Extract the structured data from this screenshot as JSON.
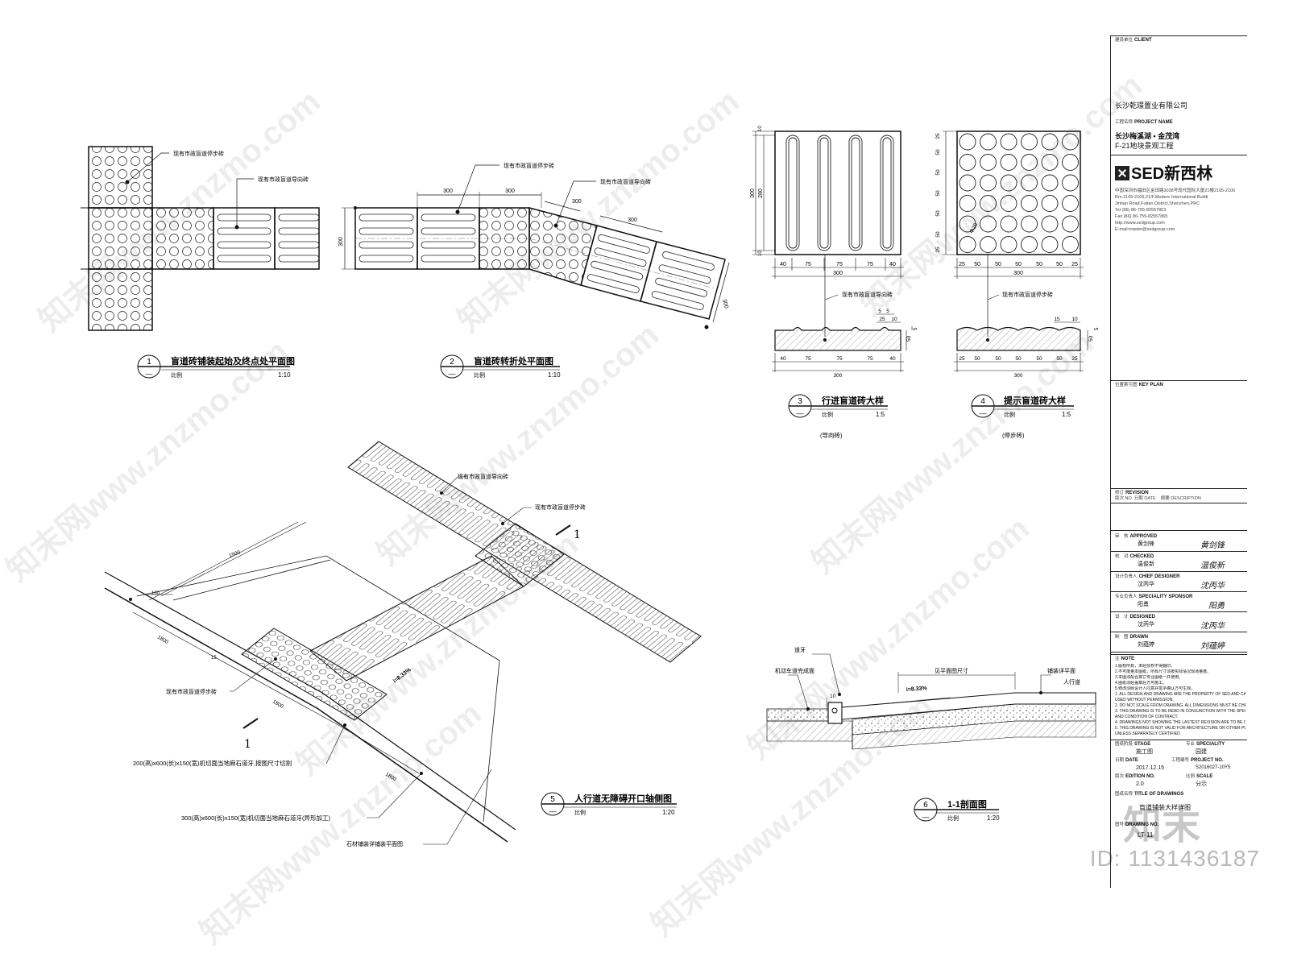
{
  "watermark": "www.znzmo.com",
  "watermark_cn": "知末网",
  "id_text": "ID: 1131436187",
  "logo_mark": "知末",
  "views": {
    "v1": {
      "num": "1",
      "title": "盲道砖铺装起始及终点处平面图",
      "scale_label": "比例",
      "scale": "1:10",
      "label_stop": "现有市政盲道停步砖",
      "label_guide": "现有市政盲道导向砖"
    },
    "v2": {
      "num": "2",
      "title": "盲道砖转折处平面图",
      "scale_label": "比例",
      "scale": "1:10",
      "label_stop": "现有市政盲道停步砖",
      "label_guide": "现有市政盲道导向砖",
      "dim_a": "300",
      "dim_b": "300",
      "dim_c": "300",
      "dim_left": "300",
      "dim_right": "300",
      "dim_d": "300"
    },
    "v3": {
      "num": "3",
      "title": "行进盲道砖大样",
      "scale_label": "比例",
      "scale": "1:5",
      "sub": "(导向砖)",
      "label": "现有市政盲道导向砖",
      "dims_bottom": [
        "40",
        "75",
        "75",
        "75",
        "40"
      ],
      "total": "300",
      "side_total": "300",
      "side_inner": "280",
      "side_top": "10",
      "side_bot": "10",
      "sec_dims_bottom": [
        "40",
        "75",
        "75",
        "75",
        "40"
      ],
      "sec_total": "300",
      "sec_top_a": "5",
      "sec_top_b": "5",
      "sec_top_c": "25",
      "sec_top_d": "10",
      "sec_h": "50",
      "sec_h2": "5"
    },
    "v4": {
      "num": "4",
      "title": "提示盲道砖大样",
      "scale_label": "比例",
      "scale": "1:5",
      "sub": "(停步砖)",
      "label": "现有市政盲道停步砖",
      "dims_bottom": [
        "25",
        "50",
        "50",
        "50",
        "50",
        "50",
        "25"
      ],
      "total": "300",
      "side_dims": [
        "25",
        "50",
        "50",
        "50",
        "50",
        "50",
        "25"
      ],
      "dia": "Φ20",
      "sec_dims_bottom": [
        "25",
        "50",
        "50",
        "50",
        "50",
        "50",
        "25"
      ],
      "sec_total": "300",
      "sec_top_a": "15",
      "sec_top_b": "10",
      "sec_h": "50",
      "sec_h2": "5"
    },
    "v5": {
      "num": "5",
      "title": "人行道无障碍开口轴侧图",
      "scale_label": "比例",
      "scale": "1:20",
      "label_guide": "现有市政盲道导向砖",
      "label_stop_top": "现有市政盲道停步砖",
      "label_stop_left": "现有市政盲道停步砖",
      "curb1": "200(高)x600(长)x150(宽)机切面当地麻石道牙,按图尺寸切割",
      "curb2": "300(高)x600(长)x150(宽)机切面当地麻石道牙(异形加工)",
      "paving": "石材铺装详铺装平面图",
      "slope": "i=8.33%",
      "dim_1500": "1500",
      "dim_150": "150",
      "dim_1800a": "1800",
      "dim_1800b": "1800",
      "dim_1800c": "1800",
      "dim_15": "15",
      "section_mark": "1"
    },
    "v6": {
      "num": "6",
      "title": "1-1剖面图",
      "scale_label": "比例",
      "scale": "1:20",
      "curb": "道牙",
      "road": "机动车道完成面",
      "dim_label": "见平面图尺寸",
      "slope": "i=8.33%",
      "paving": "铺装详平面",
      "walk": "人行道",
      "dim_10": "10"
    }
  },
  "titleblock": {
    "client_cn": "建设单位",
    "client_en": "CLIENT",
    "client_name": "长沙乾璟置业有限公司",
    "project_cn": "工程名称",
    "project_en": "PROJECT NAME",
    "project_name1": "长沙梅溪湖 • 金茂湾",
    "project_name2": "F-21地块景观工程",
    "company": "新西林",
    "company_mark": "SED",
    "addr_cn": "中国深圳市福田区金田路3038号现代国际大厦21楼2105-2106",
    "addr_en1": "Rm.2105-2106,21/F,Modern International Buildi",
    "addr_en2": "Jintian Road,Futian District,Shenzhen,PRC",
    "tel": "Tel   (86)     86-755-82557853",
    "fax": "Fax   (86)     86-755-82557865",
    "web": "http://www.sedgroup.com",
    "email": "E-mail:master@sedgroup.com",
    "keyplan_cn": "位置索引图",
    "keyplan_en": "KEY PLAN",
    "revision_cn": "修订",
    "revision_en": "REVISION",
    "rev_no": "版次 NO.",
    "rev_date": "日期 DATE",
    "rev_desc": "摘要 DESCRIPTION",
    "people": [
      {
        "role_cn": "审　核",
        "role_en": "APPROVED",
        "name": "黄剑锋",
        "sig": "黄剑锋"
      },
      {
        "role_cn": "校　对",
        "role_en": "CHECKED",
        "name": "温俊新",
        "sig": "温俊新"
      },
      {
        "role_cn": "设计负责人",
        "role_en": "CHIEF DESIGNER",
        "name": "沈丙华",
        "sig": "沈丙华"
      },
      {
        "role_cn": "专业负责人",
        "role_en": "SPECIALITY SPONSOR",
        "name": "阳勇",
        "sig": "阳勇"
      },
      {
        "role_cn": "设　计",
        "role_en": "DESIGNED",
        "name": "沈丙华",
        "sig": "沈丙华"
      },
      {
        "role_cn": "制　图",
        "role_en": "DRAWN",
        "name": "刘蕴婷",
        "sig": "刘蕴婷"
      }
    ],
    "note_cn": "注",
    "note_en": "NOTE",
    "notes": [
      "1.版权所有，未经授权不得翻印。",
      "2.不可度量本图纸，所有尺寸须按实际情况现场量度。",
      "3.本图须配合其它专业图纸一并使用。",
      "4.图纸须经盖章后方可施工。",
      "5.修改须经设计人同意并签字确认方可生效。",
      "1. ALL DESIGN AND DRAWING ARE THE PROPERTY OF SED AND CAN",
      "   USED WITHOUT PERMISSION.",
      "2. DO NOT SCALE FROM DRAWING. ALL DIMENSIONS MUST BE CHECKED",
      "3. THIS DRAWING IS TO BE READ IN CONJUNCTION WITH THE SPECIFI",
      "   AND CONDITION OF CONTRACT.",
      "4. DRAWINGS NOT SHOWING THE LASTEST REVISION ARE TO BE CAN",
      "5. THIS DRAWING IS NOT VALID FOR ARCHITECTURE OR OTHER PURP",
      "   UNLESS SEPARATELY CERTIFIED."
    ],
    "stage_cn": "图纸阶段",
    "stage_en": "STAGE",
    "stage_val": "施工图",
    "spec_cn": "专业",
    "spec_en": "SPECIALITY",
    "spec_val": "园建",
    "date_cn": "日期",
    "date_en": "DATE",
    "date_val": "2017.12.15",
    "projno_cn": "工程编号",
    "projno_en": "PROJECT NO.",
    "projno_val": "S2016027-10Y5",
    "edition_cn": "版次",
    "edition_en": "EDITION NO.",
    "edition_val": "2.0",
    "scale_cn": "比例",
    "scale_en": "SCALE",
    "scale_val": "分示",
    "title_cn": "图纸名称",
    "title_en": "TITLE OF DRAWINGS",
    "title_val": "盲道铺装大样详图",
    "drawno_cn": "图号",
    "drawno_en": "DRAWING NO.",
    "drawno_val": "LT-11"
  }
}
